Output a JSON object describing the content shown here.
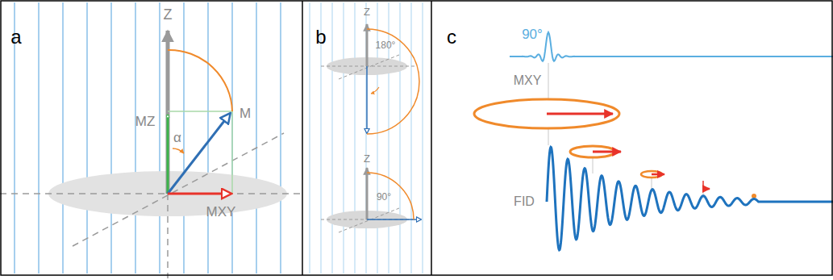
{
  "diagram": {
    "labels": [
      "a",
      "b",
      "c",
      "Z",
      "MZ",
      "M",
      "α",
      "MXY",
      "Z",
      "180°",
      "Z",
      "90°",
      "90°",
      "MXY",
      "FID"
    ]
  }
}
